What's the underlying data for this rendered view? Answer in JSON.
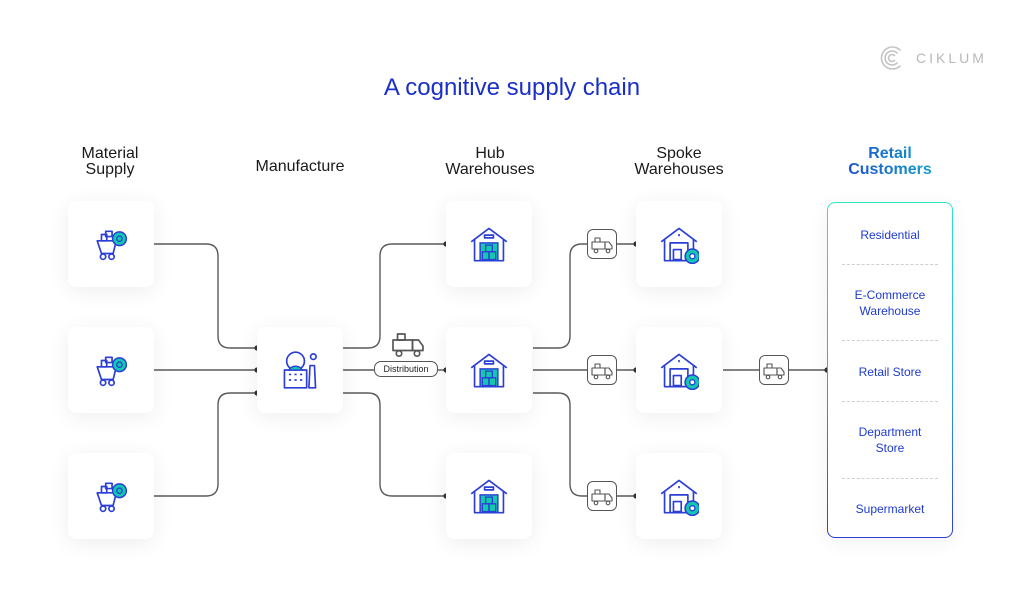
{
  "logo": {
    "text": "CIKLUM",
    "icon": "ciklum-logo-icon"
  },
  "title": "A cognitive supply chain",
  "columns": {
    "material_supply": {
      "line1": "Material",
      "line2": "Supply"
    },
    "manufacture": {
      "line1": "Manufacture"
    },
    "hub": {
      "line1": "Hub",
      "line2": "Warehouses"
    },
    "spoke": {
      "line1": "Spoke",
      "line2": "Warehouses"
    },
    "retail": {
      "line1": "Retail",
      "line2": "Customers"
    }
  },
  "nodes": {
    "material_supply": [
      {
        "icon": "mining-cart-gear-icon"
      },
      {
        "icon": "mining-cart-gear-icon"
      },
      {
        "icon": "mining-cart-gear-icon"
      }
    ],
    "manufacture": [
      {
        "icon": "factory-gear-icon"
      }
    ],
    "hub": [
      {
        "icon": "warehouse-boxes-icon"
      },
      {
        "icon": "warehouse-boxes-icon"
      },
      {
        "icon": "warehouse-boxes-icon"
      }
    ],
    "spoke": [
      {
        "icon": "warehouse-gear-icon"
      },
      {
        "icon": "warehouse-gear-icon"
      },
      {
        "icon": "warehouse-gear-icon"
      }
    ]
  },
  "distribution_label": "Distribution",
  "retail_customers": [
    "Residential",
    "E-Commerce Warehouse",
    "Retail Store",
    "Department Store",
    "Supermarket"
  ],
  "retail_customers_lines": [
    [
      "Residential"
    ],
    [
      "E-Commerce",
      "Warehouse"
    ],
    [
      "Retail Store"
    ],
    [
      "Department",
      "Store"
    ],
    [
      "Supermarket"
    ]
  ],
  "colors": {
    "title": "#1a2fc7",
    "icon_blue": "#2b3fd6",
    "icon_teal": "#12c8b0",
    "connector": "#555555",
    "retail_text": "#1f3bd1"
  }
}
